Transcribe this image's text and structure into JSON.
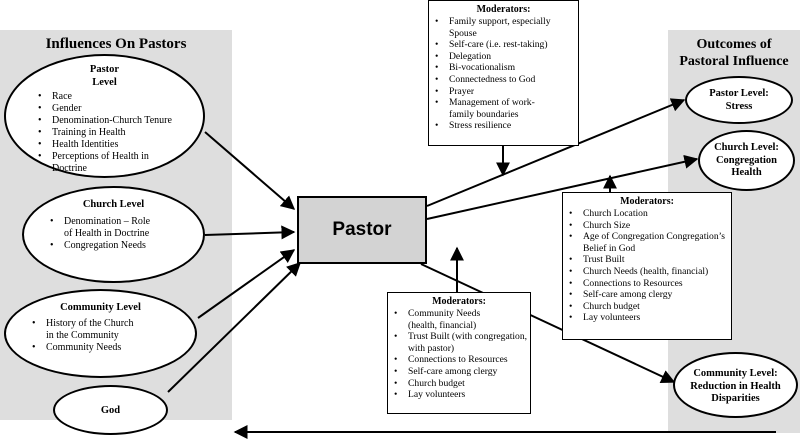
{
  "left_panel": {
    "title": "Influences On Pastors"
  },
  "right_panel": {
    "title_line1": "Outcomes of",
    "title_line2": "Pastoral Influence"
  },
  "center": {
    "label": "Pastor"
  },
  "influences": {
    "pastor_level": {
      "title_line1": "Pastor",
      "title_line2": "Level",
      "items": [
        "Race",
        "Gender",
        "Denomination-Church Tenure",
        "Training in Health",
        "Health Identities",
        "Perceptions of Health in Doctrine"
      ]
    },
    "church_level": {
      "title": "Church Level",
      "items": [
        "Denomination – Role of Health in Doctrine",
        "Congregation Needs"
      ]
    },
    "community_level": {
      "title": "Community Level",
      "items": [
        "History of the Church in the Community",
        "Community Needs"
      ]
    },
    "god": {
      "title": "God"
    }
  },
  "moderators_top": {
    "title": "Moderators:",
    "items": [
      "Family support, especially Spouse",
      "Self-care (i.e. rest-taking)",
      "Delegation",
      "Bi-vocationalism",
      "Connectedness to God",
      "Prayer",
      "Management of work-family boundaries",
      "Stress resilience"
    ]
  },
  "moderators_right": {
    "title": "Moderators:",
    "items": [
      "Church Location",
      "Church Size",
      "Age of Congregation Congregation’s Belief in God",
      "Trust Built",
      "Church Needs (health, financial)",
      "Connections to Resources",
      "Self-care among clergy",
      "Church budget",
      "Lay volunteers"
    ]
  },
  "moderators_bottom": {
    "title": "Moderators:",
    "items": [
      "Community Needs (health, financial)",
      "Trust Built (with congregation, with pastor)",
      "Connections to Resources",
      "Self-care among clergy",
      "Church budget",
      "Lay volunteers"
    ]
  },
  "outcomes": {
    "pastor_stress": {
      "line1": "Pastor Level:",
      "line2": "Stress"
    },
    "church_health": {
      "line1": "Church Level:",
      "line2": "Congregation",
      "line3": "Health"
    },
    "community": {
      "line1": "Community Level:",
      "line2": "Reduction in Health",
      "line3": "Disparities"
    }
  },
  "colors": {
    "panel": "#dedede",
    "pastor_box": "#d3d3d3",
    "stroke": "#000000"
  }
}
